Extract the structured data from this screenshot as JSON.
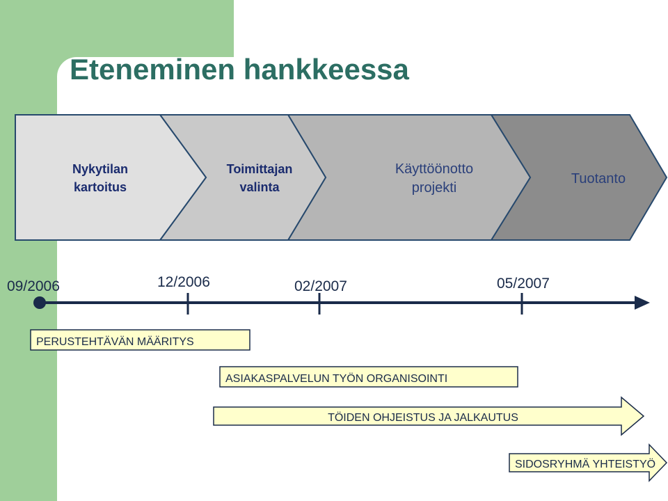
{
  "title": "Eteneminen hankkeessa",
  "phases": [
    {
      "line1": "Nykytilan",
      "line2": "kartoitus"
    },
    {
      "line1": "Toimittajan",
      "line2": "valinta"
    },
    {
      "line1": "Käyttöönotto",
      "line2": "projekti"
    },
    {
      "line1": "Tuotanto",
      "line2": ""
    }
  ],
  "dates": [
    "09/2006",
    "12/2006",
    "02/2007",
    "05/2007"
  ],
  "activities": [
    "PERUSTEHTÄVÄN MÄÄRITYS",
    "ASIAKASPALVELUN TYÖN ORGANISOINTI",
    "TÖIDEN OHJEISTUS JA JALKAUTUS",
    "SIDOSRYHMÄ YHTEISTYÖ"
  ],
  "colors": {
    "title": "#2c6e63",
    "green": "#9fcf9a",
    "timeline": "#1a2b4a",
    "activity_fill": "#ffffcc",
    "phase_fills": [
      "#e0e0e0",
      "#c9c9c9",
      "#b5b5b5",
      "#8c8c8c"
    ]
  }
}
